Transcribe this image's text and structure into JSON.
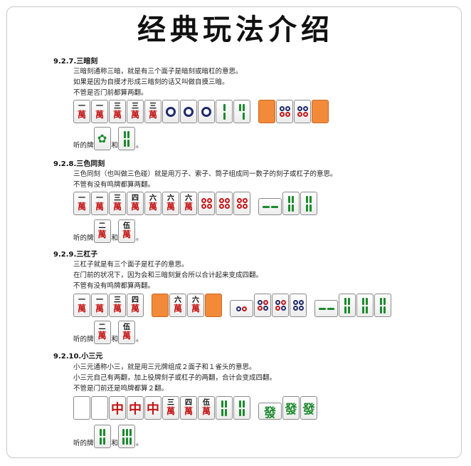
{
  "title": "经典玩法介绍",
  "sections": [
    {
      "heading": "9.2.7.三暗刻",
      "lines": [
        "三暗刻通称三暗，就是有三个面子是暗刻或暗杠的意思。",
        "如果是因为自摸才形成三暗刻的话又叫做自摸三暗。",
        "不管是否门前都算两翻。"
      ],
      "wait_prefix": "听的牌",
      "wait_mid": "和"
    },
    {
      "heading": "9.2.8.三色同刻",
      "lines": [
        "三色同刻（也叫做三色碰）就是用万子、索子、筒子组成同一数子的刻子或杠子的意思。",
        "不管有没有鸣牌都算两翻。"
      ],
      "wait_prefix": "听的牌",
      "wait_mid": "和"
    },
    {
      "heading": "9.2.9.三杠子",
      "lines": [
        "三杠子就是有三个面子是杠子的意思。",
        "在门前的状况下，因为会和三暗刻复合所以合计起来变成四翻。",
        "不管有没有鸣牌都算两翻。"
      ],
      "wait_prefix": "听的牌",
      "wait_mid": "和"
    },
    {
      "heading": "9.2.10.小三元",
      "lines": [
        "小三元通称小三，就是用三元牌组成２面子和１雀头的意思。",
        "小三元自己有两翻，加上役牌刻子或杠子的两翻，合计会变成四翻。",
        "不管是门前还是鸣牌都算２翻。"
      ],
      "wait_prefix": "听的牌",
      "wait_mid": "和"
    }
  ],
  "tile_text": {
    "wan": "萬",
    "n1": "一",
    "n2": "二",
    "n3": "三",
    "n4": "四",
    "n5": "伍",
    "n6": "六",
    "chun": "中",
    "hatsu": "發"
  },
  "colors": {
    "tile_back": "#f28a3a",
    "wan_red": "#c41515",
    "pin_blue": "#1f2a6b",
    "sou_green": "#1c8a2e"
  }
}
